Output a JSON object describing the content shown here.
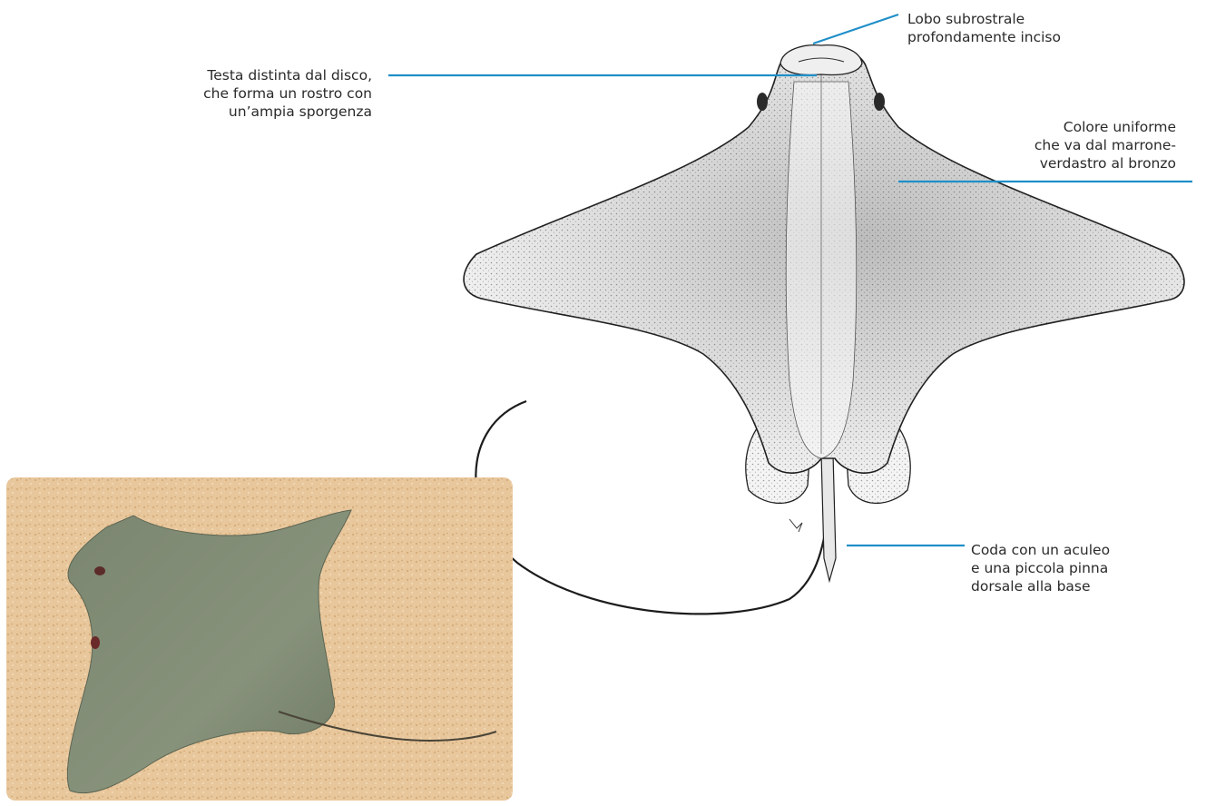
{
  "annotations": {
    "testa": {
      "lines": [
        "Testa distinta dal disco,",
        "che forma un rostro con",
        "un’ampia sporgenza"
      ]
    },
    "lobo": {
      "lines": [
        "Lobo subrostrale",
        "profondamente inciso"
      ]
    },
    "colore": {
      "lines": [
        "Colore uniforme",
        "che va dal marrone-",
        "verdastro al bronzo"
      ]
    },
    "coda": {
      "lines": [
        "Coda con un aculeo",
        "e una piccola pinna",
        "dorsale alla base"
      ]
    }
  },
  "colors": {
    "leader_line": "#1f8ec8",
    "sand": "#e8c79c",
    "ray_body": "#7f8a72"
  }
}
